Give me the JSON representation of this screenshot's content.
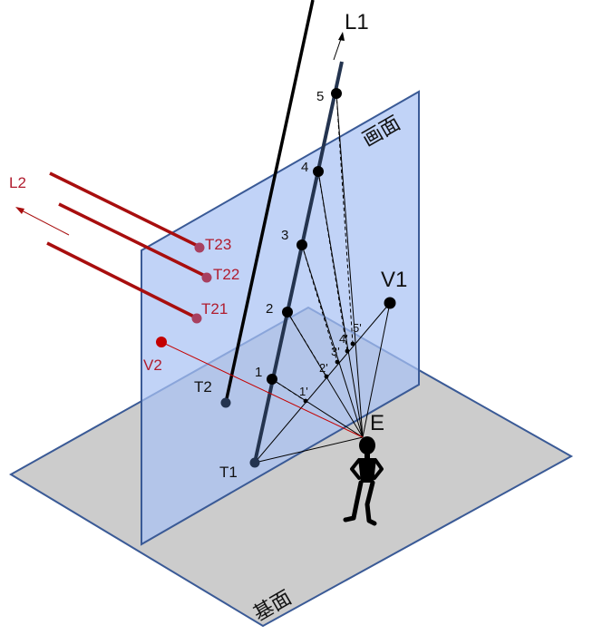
{
  "planes": {
    "picture_plane_label": "画面",
    "ground_plane_label": "基面"
  },
  "lines": {
    "l1_label": "L1",
    "l2_label": "L2"
  },
  "points": {
    "eye_label": "E",
    "t1_label": "T1",
    "t2_label": "T2",
    "v1_label": "V1",
    "v2_label": "V2",
    "t21_label": "T21",
    "t22_label": "T22",
    "t23_label": "T23"
  },
  "numbered_points": [
    "1",
    "2",
    "3",
    "4",
    "5"
  ],
  "projected_points": [
    "1'",
    "2'",
    "3'",
    "4'",
    "5'"
  ],
  "colors": {
    "picture_plane_fill": "#b9cdf6",
    "ground_plane_fill": "#cccccc",
    "plane_edge": "#3a5a96",
    "line_dark": "#24344f",
    "line_red": "#a80e0e",
    "point_red": "#c40000",
    "point_magenta": "#a84060"
  }
}
